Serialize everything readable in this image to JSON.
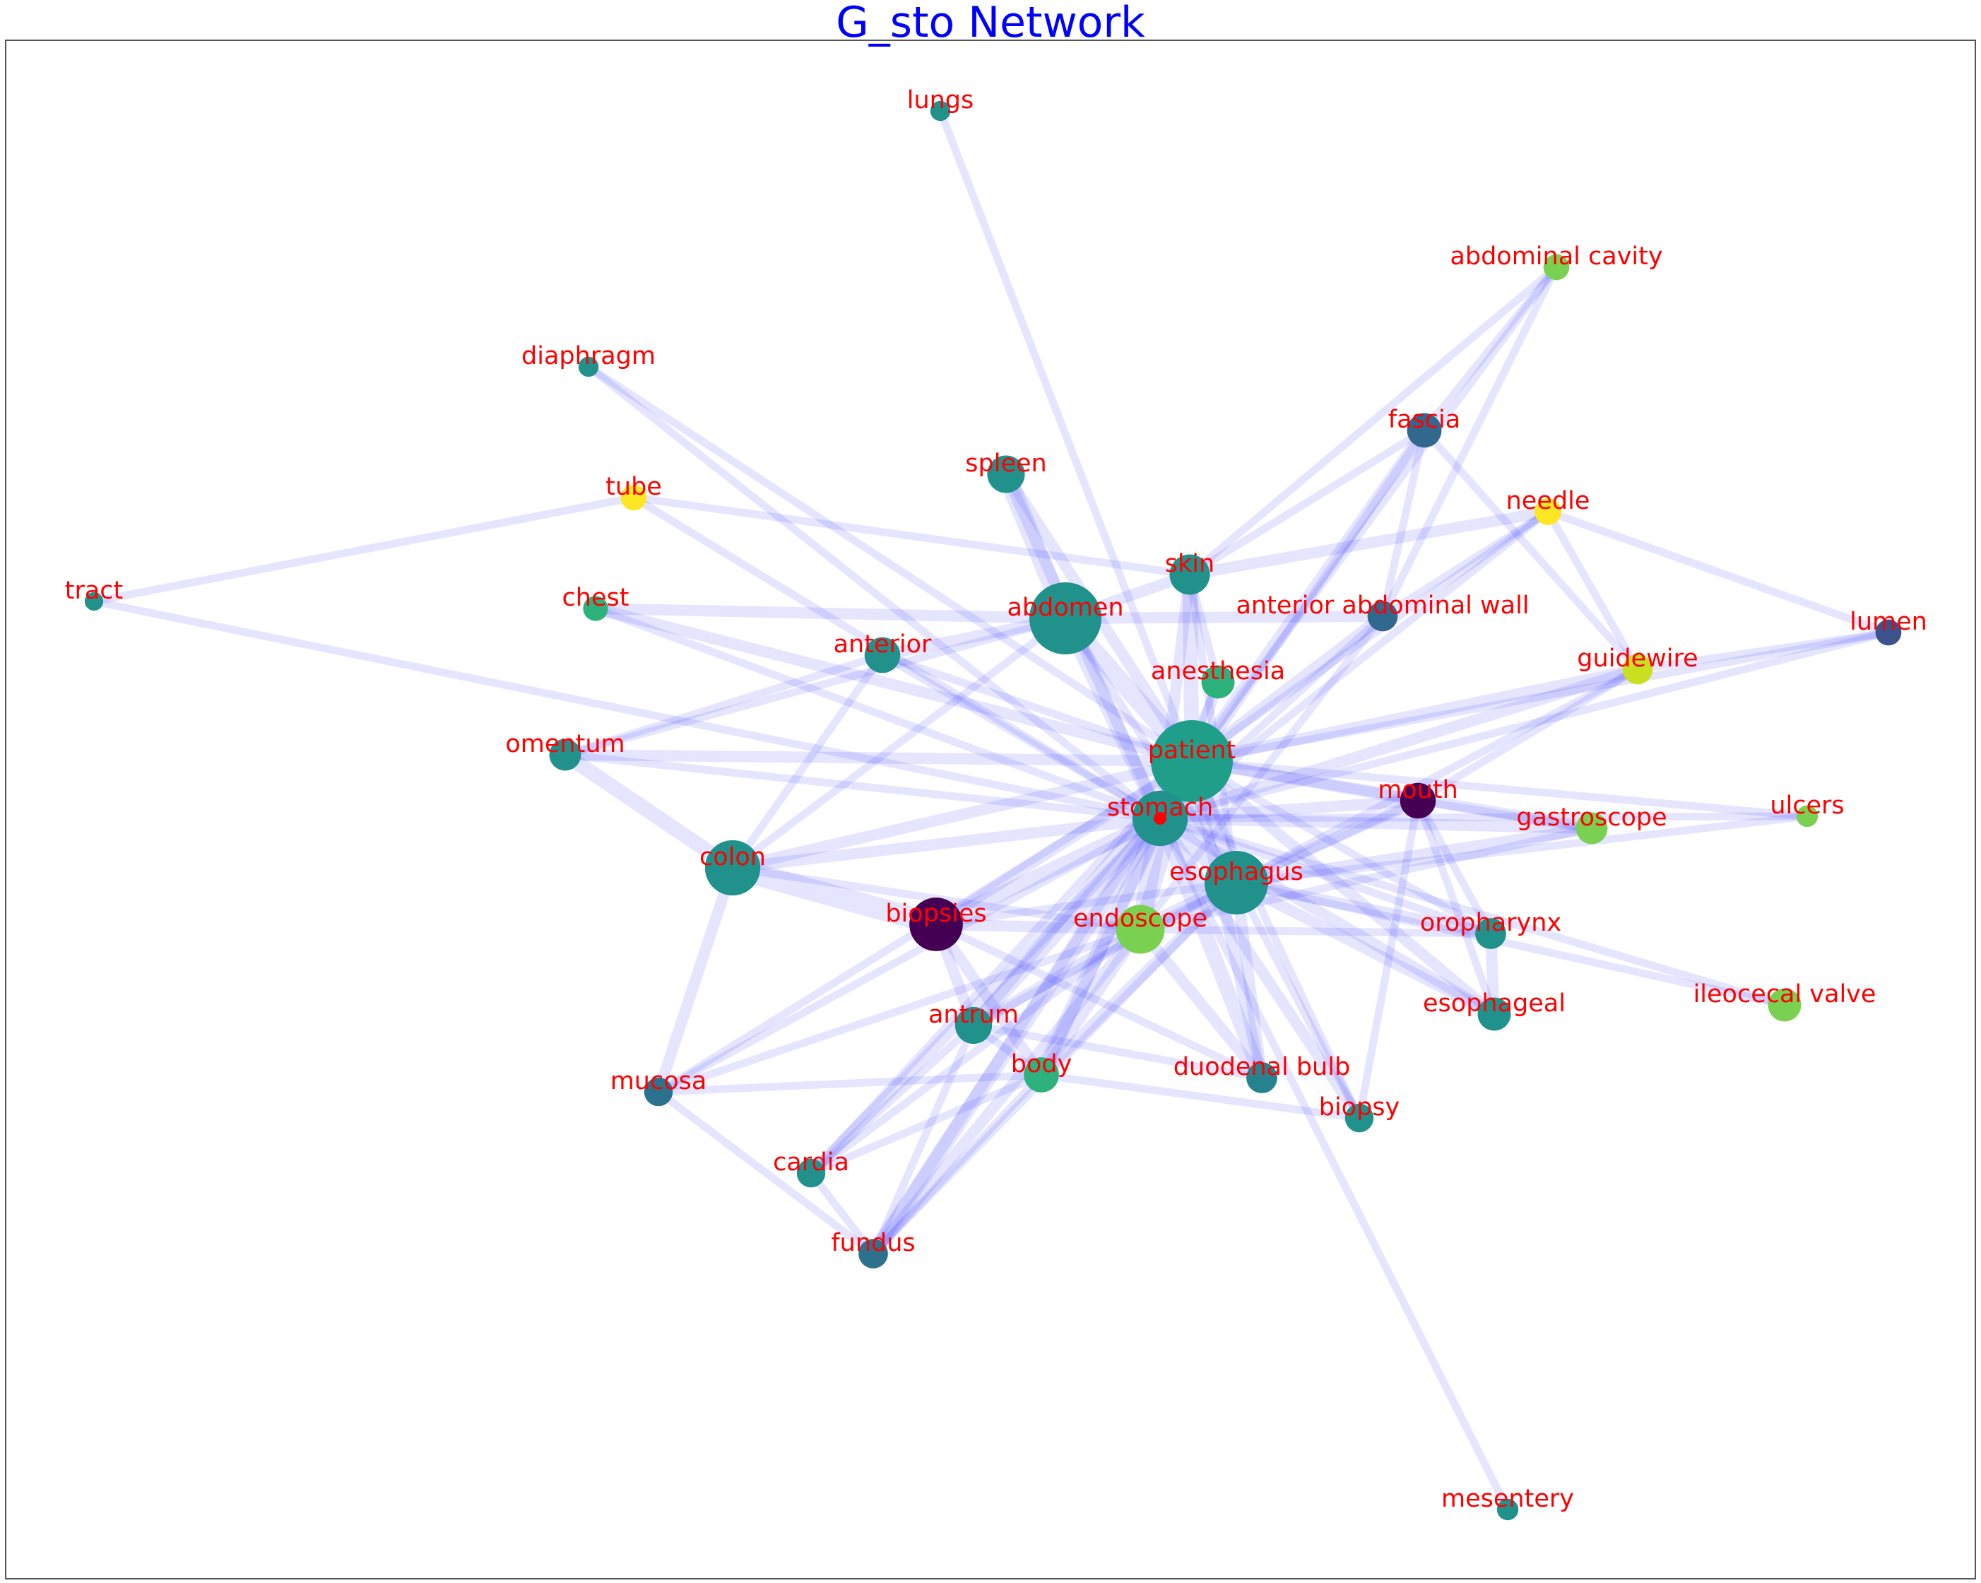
{
  "title": "G_sto Network",
  "colors": {
    "title": "#0000ff",
    "label": "#ff0000",
    "edge": "#0000ff",
    "frame": "#555555",
    "marker": "#ff0000"
  },
  "network": {
    "nodes": [
      {
        "id": "lungs",
        "label": "lungs",
        "color": "#21918c",
        "weight": 0.4
      },
      {
        "id": "abdominal_cavity",
        "label": "abdominal cavity",
        "color": "#7ad151",
        "weight": 0.9
      },
      {
        "id": "diaphragm",
        "label": "diaphragm",
        "color": "#21918c",
        "weight": 0.4
      },
      {
        "id": "fascia",
        "label": "fascia",
        "color": "#31688e",
        "weight": 2.0
      },
      {
        "id": "tube",
        "label": "tube",
        "color": "#fde725",
        "weight": 0.9
      },
      {
        "id": "spleen",
        "label": "spleen",
        "color": "#21918c",
        "weight": 2.5
      },
      {
        "id": "needle",
        "label": "needle",
        "color": "#fde725",
        "weight": 1.0
      },
      {
        "id": "skin",
        "label": "skin",
        "color": "#21918c",
        "weight": 3.0
      },
      {
        "id": "tract",
        "label": "tract",
        "color": "#21918c",
        "weight": 0.3
      },
      {
        "id": "chest",
        "label": "chest",
        "color": "#2db27d",
        "weight": 0.8
      },
      {
        "id": "abdomen",
        "label": "abdomen",
        "color": "#21918c",
        "weight": 12.0
      },
      {
        "id": "anterior_abdominal_wall",
        "label": "anterior abdominal wall",
        "color": "#31688e",
        "weight": 1.4
      },
      {
        "id": "lumen",
        "label": "lumen",
        "color": "#3b528b",
        "weight": 0.9
      },
      {
        "id": "anterior",
        "label": "anterior",
        "color": "#21918c",
        "weight": 2.2
      },
      {
        "id": "guidewire",
        "label": "guidewire",
        "color": "#c8e020",
        "weight": 1.4
      },
      {
        "id": "anesthesia",
        "label": "anesthesia",
        "color": "#2db27d",
        "weight": 1.8
      },
      {
        "id": "omentum",
        "label": "omentum",
        "color": "#21918c",
        "weight": 1.6
      },
      {
        "id": "patient",
        "label": "patient",
        "color": "#1f9e89",
        "weight": 16.0
      },
      {
        "id": "mouth",
        "label": "mouth",
        "color": "#440154",
        "weight": 2.2
      },
      {
        "id": "ulcers",
        "label": "ulcers",
        "color": "#7ad151",
        "weight": 0.5
      },
      {
        "id": "stomach",
        "label": "stomach",
        "color": "#21918c",
        "weight": 6.5
      },
      {
        "id": "gastroscope",
        "label": "gastroscope",
        "color": "#7ad151",
        "weight": 1.6
      },
      {
        "id": "colon",
        "label": "colon",
        "color": "#21918c",
        "weight": 6.5
      },
      {
        "id": "esophagus",
        "label": "esophagus",
        "color": "#21918c",
        "weight": 9.0
      },
      {
        "id": "biopsies",
        "label": "biopsies",
        "color": "#440154",
        "weight": 6.0
      },
      {
        "id": "endoscope",
        "label": "endoscope",
        "color": "#7ad151",
        "weight": 4.8
      },
      {
        "id": "oropharynx",
        "label": "oropharynx",
        "color": "#21918c",
        "weight": 1.5
      },
      {
        "id": "ileocecal_valve",
        "label": "ileocecal valve",
        "color": "#7ad151",
        "weight": 1.8
      },
      {
        "id": "esophageal",
        "label": "esophageal",
        "color": "#21918c",
        "weight": 1.8
      },
      {
        "id": "antrum",
        "label": "antrum",
        "color": "#21918c",
        "weight": 2.4
      },
      {
        "id": "body",
        "label": "body",
        "color": "#2db27d",
        "weight": 2.1
      },
      {
        "id": "duodenal_bulb",
        "label": "duodenal bulb",
        "color": "#26828e",
        "weight": 1.5
      },
      {
        "id": "biopsy",
        "label": "biopsy",
        "color": "#21918c",
        "weight": 1.2
      },
      {
        "id": "mucosa",
        "label": "mucosa",
        "color": "#2c728e",
        "weight": 1.2
      },
      {
        "id": "cardia",
        "label": "cardia",
        "color": "#21918c",
        "weight": 1.2
      },
      {
        "id": "fundus",
        "label": "fundus",
        "color": "#2c728e",
        "weight": 1.3
      },
      {
        "id": "mesentery",
        "label": "mesentery",
        "color": "#21918c",
        "weight": 0.5
      }
    ],
    "edges": [
      [
        "lungs",
        "patient",
        1
      ],
      [
        "abdominal_cavity",
        "fascia",
        1
      ],
      [
        "abdominal_cavity",
        "anterior_abdominal_wall",
        1
      ],
      [
        "abdominal_cavity",
        "patient",
        1
      ],
      [
        "abdominal_cavity",
        "skin",
        1
      ],
      [
        "diaphragm",
        "patient",
        1
      ],
      [
        "diaphragm",
        "stomach",
        1
      ],
      [
        "fascia",
        "patient",
        2
      ],
      [
        "fascia",
        "skin",
        1
      ],
      [
        "fascia",
        "guidewire",
        1
      ],
      [
        "fascia",
        "stomach",
        1
      ],
      [
        "fascia",
        "anterior_abdominal_wall",
        1
      ],
      [
        "tube",
        "tract",
        1
      ],
      [
        "tube",
        "skin",
        1
      ],
      [
        "tube",
        "stomach",
        1
      ],
      [
        "spleen",
        "abdomen",
        4
      ],
      [
        "spleen",
        "patient",
        2
      ],
      [
        "spleen",
        "stomach",
        2
      ],
      [
        "needle",
        "skin",
        2
      ],
      [
        "needle",
        "guidewire",
        1
      ],
      [
        "needle",
        "lumen",
        1
      ],
      [
        "needle",
        "patient",
        1
      ],
      [
        "needle",
        "stomach",
        1
      ],
      [
        "needle",
        "anterior_abdominal_wall",
        1
      ],
      [
        "skin",
        "abdomen",
        2
      ],
      [
        "skin",
        "patient",
        3
      ],
      [
        "skin",
        "stomach",
        2
      ],
      [
        "skin",
        "esophagus",
        1
      ],
      [
        "tract",
        "stomach",
        1
      ],
      [
        "chest",
        "abdomen",
        2
      ],
      [
        "chest",
        "patient",
        2
      ],
      [
        "chest",
        "stomach",
        1
      ],
      [
        "abdomen",
        "anterior_abdominal_wall",
        2
      ],
      [
        "abdomen",
        "anterior",
        2
      ],
      [
        "abdomen",
        "patient",
        4
      ],
      [
        "abdomen",
        "stomach",
        3
      ],
      [
        "abdomen",
        "omentum",
        1
      ],
      [
        "abdomen",
        "colon",
        1
      ],
      [
        "abdomen",
        "esophagus",
        1
      ],
      [
        "anterior_abdominal_wall",
        "patient",
        2
      ],
      [
        "anterior_abdominal_wall",
        "stomach",
        1
      ],
      [
        "anterior_abdominal_wall",
        "endoscope",
        1
      ],
      [
        "lumen",
        "guidewire",
        1
      ],
      [
        "lumen",
        "patient",
        1
      ],
      [
        "lumen",
        "stomach",
        1
      ],
      [
        "anterior",
        "omentum",
        1
      ],
      [
        "anterior",
        "patient",
        1
      ],
      [
        "anterior",
        "stomach",
        1
      ],
      [
        "anterior",
        "colon",
        1
      ],
      [
        "guidewire",
        "patient",
        2
      ],
      [
        "guidewire",
        "stomach",
        2
      ],
      [
        "guidewire",
        "esophagus",
        1
      ],
      [
        "guidewire",
        "mouth",
        1
      ],
      [
        "anesthesia",
        "patient",
        2
      ],
      [
        "anesthesia",
        "skin",
        1
      ],
      [
        "anesthesia",
        "stomach",
        1
      ],
      [
        "omentum",
        "patient",
        2
      ],
      [
        "omentum",
        "colon",
        3
      ],
      [
        "omentum",
        "stomach",
        1
      ],
      [
        "patient",
        "stomach",
        3
      ],
      [
        "patient",
        "esophagus",
        3
      ],
      [
        "patient",
        "mouth",
        2
      ],
      [
        "patient",
        "gastroscope",
        2
      ],
      [
        "patient",
        "ulcers",
        1
      ],
      [
        "patient",
        "colon",
        2
      ],
      [
        "patient",
        "biopsies",
        2
      ],
      [
        "patient",
        "endoscope",
        3
      ],
      [
        "patient",
        "oropharynx",
        1
      ],
      [
        "patient",
        "esophageal",
        2
      ],
      [
        "patient",
        "antrum",
        2
      ],
      [
        "patient",
        "body",
        2
      ],
      [
        "patient",
        "duodenal_bulb",
        2
      ],
      [
        "patient",
        "biopsy",
        1
      ],
      [
        "patient",
        "mucosa",
        1
      ],
      [
        "patient",
        "cardia",
        1
      ],
      [
        "patient",
        "fundus",
        2
      ],
      [
        "mouth",
        "stomach",
        2
      ],
      [
        "mouth",
        "esophagus",
        2
      ],
      [
        "mouth",
        "gastroscope",
        1
      ],
      [
        "mouth",
        "oropharynx",
        1
      ],
      [
        "mouth",
        "esophageal",
        1
      ],
      [
        "mouth",
        "endoscope",
        1
      ],
      [
        "mouth",
        "biopsy",
        1
      ],
      [
        "ulcers",
        "stomach",
        1
      ],
      [
        "ulcers",
        "esophagus",
        1
      ],
      [
        "stomach",
        "esophagus",
        4
      ],
      [
        "stomach",
        "gastroscope",
        2
      ],
      [
        "stomach",
        "colon",
        2
      ],
      [
        "stomach",
        "biopsies",
        3
      ],
      [
        "stomach",
        "endoscope",
        4
      ],
      [
        "stomach",
        "oropharynx",
        1
      ],
      [
        "stomach",
        "ileocecal_valve",
        1
      ],
      [
        "stomach",
        "esophageal",
        2
      ],
      [
        "stomach",
        "antrum",
        3
      ],
      [
        "stomach",
        "body",
        3
      ],
      [
        "stomach",
        "duodenal_bulb",
        3
      ],
      [
        "stomach",
        "biopsy",
        2
      ],
      [
        "stomach",
        "mucosa",
        1
      ],
      [
        "stomach",
        "cardia",
        2
      ],
      [
        "stomach",
        "fundus",
        3
      ],
      [
        "stomach",
        "mesentery",
        1
      ],
      [
        "gastroscope",
        "esophagus",
        2
      ],
      [
        "gastroscope",
        "endoscope",
        1
      ],
      [
        "colon",
        "biopsies",
        5
      ],
      [
        "colon",
        "mucosa",
        2
      ],
      [
        "colon",
        "endoscope",
        1
      ],
      [
        "esophagus",
        "endoscope",
        3
      ],
      [
        "esophagus",
        "oropharynx",
        2
      ],
      [
        "esophagus",
        "ileocecal_valve",
        1
      ],
      [
        "esophagus",
        "esophageal",
        2
      ],
      [
        "esophagus",
        "antrum",
        1
      ],
      [
        "esophagus",
        "body",
        2
      ],
      [
        "esophagus",
        "duodenal_bulb",
        2
      ],
      [
        "esophagus",
        "biopsy",
        1
      ],
      [
        "esophagus",
        "biopsies",
        1
      ],
      [
        "esophagus",
        "fundus",
        1
      ],
      [
        "biopsies",
        "endoscope",
        2
      ],
      [
        "biopsies",
        "antrum",
        2
      ],
      [
        "biopsies",
        "body",
        2
      ],
      [
        "biopsies",
        "duodenal_bulb",
        1
      ],
      [
        "endoscope",
        "oropharynx",
        1
      ],
      [
        "endoscope",
        "antrum",
        2
      ],
      [
        "endoscope",
        "body",
        2
      ],
      [
        "endoscope",
        "duodenal_bulb",
        2
      ],
      [
        "endoscope",
        "cardia",
        1
      ],
      [
        "endoscope",
        "fundus",
        2
      ],
      [
        "endoscope",
        "mucosa",
        1
      ],
      [
        "oropharynx",
        "esophageal",
        2
      ],
      [
        "antrum",
        "body",
        1
      ],
      [
        "antrum",
        "duodenal_bulb",
        1
      ],
      [
        "antrum",
        "cardia",
        1
      ],
      [
        "antrum",
        "fundus",
        1
      ],
      [
        "body",
        "mucosa",
        1
      ],
      [
        "body",
        "biopsy",
        1
      ],
      [
        "body",
        "fundus",
        1
      ],
      [
        "body",
        "cardia",
        1
      ],
      [
        "mucosa",
        "fundus",
        1
      ],
      [
        "cardia",
        "fundus",
        1
      ]
    ]
  }
}
